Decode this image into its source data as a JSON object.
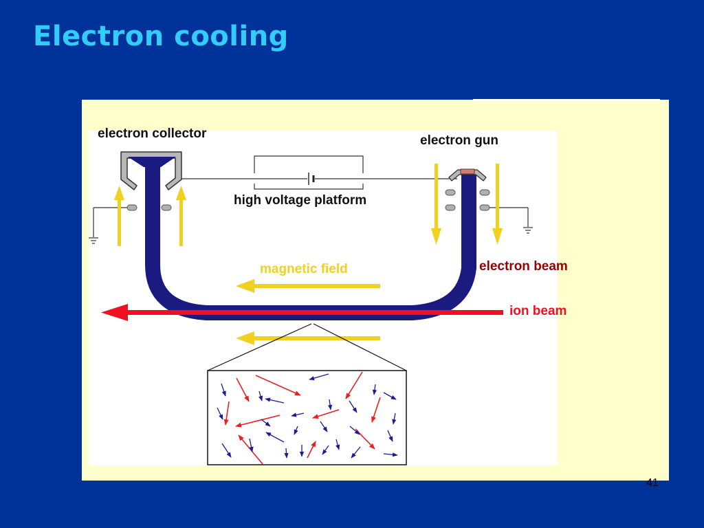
{
  "slide": {
    "title": "Electron cooling",
    "page_number": "41"
  },
  "labels": {
    "electron_collector": "electron collector",
    "electron_gun": "electron gun",
    "high_voltage_platform": "high voltage platform",
    "magnetic_field": "magnetic field",
    "electron_beam": "electron beam",
    "ion_beam": "ion beam"
  },
  "colors": {
    "background": "#003399",
    "title": "#33ccff",
    "panel": "#ffffcc",
    "beam_tube": "#1a1a80",
    "field_arrow": "#f0d020",
    "ion_beam": "#ee1122",
    "electron_beam_label": "#990000",
    "magnetic_field_label": "#f0d020",
    "ion_arrow_small": "#e82020",
    "electron_arrow_small": "#1a1a99"
  },
  "icons": [
    "ground-icon",
    "battery-icon",
    "insulator-icon"
  ]
}
